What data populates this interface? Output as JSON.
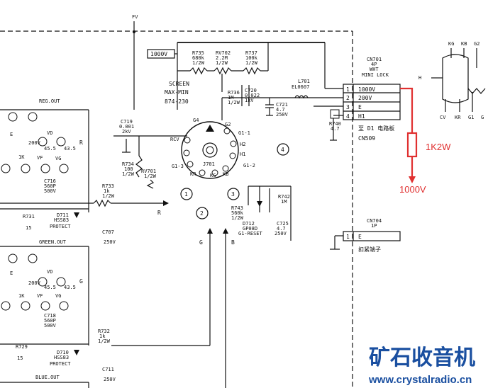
{
  "top_label": "FV",
  "flyback": {
    "voltage_box": "1000V"
  },
  "resistors_top": [
    {
      "ref": "R735",
      "value": "680k",
      "rating": "1/2W"
    },
    {
      "ref": "RV702",
      "value": "2.2M",
      "rating": "1/2W"
    },
    {
      "ref": "R737",
      "value": "100k",
      "rating": "1/2W"
    }
  ],
  "screen_label": [
    "SCREEN",
    "MAX-MIN",
    "874-230"
  ],
  "r736": {
    "ref": "R736",
    "value": "1M",
    "rating": "1/2W"
  },
  "c720": {
    "ref": "C720",
    "value": "0.022",
    "rating": "1kV"
  },
  "c721": {
    "ref": "C721",
    "value": "4.7",
    "rating": "250V"
  },
  "l701": {
    "ref": "L701",
    "value": "EL0607"
  },
  "connector_cn701": {
    "ref": "CN701",
    "pins_count": "4P",
    "color": "WHT",
    "type": "MINI LOCK",
    "pins": [
      {
        "num": "1",
        "label": "1000V"
      },
      {
        "num": "2",
        "label": "200V"
      },
      {
        "num": "3",
        "label": "E"
      },
      {
        "num": "4",
        "label": "H1"
      }
    ],
    "dest": "至 D1 电路板",
    "dest_conn": "CN509"
  },
  "crt": {
    "ref": "J701",
    "labels": [
      "G4",
      "G2",
      "G1-1",
      "G1-2",
      "RCV",
      "G1-3",
      "H2",
      "H1",
      "KB",
      "KG",
      "KR"
    ],
    "callouts": [
      "1",
      "2",
      "3",
      "4"
    ]
  },
  "c719": {
    "ref": "C719",
    "value": "0.001",
    "rating": "2kV"
  },
  "r734": {
    "ref": "R734",
    "value": "100",
    "rating": "1/2W"
  },
  "rv701": {
    "ref": "RV701",
    "value": "1/2W"
  },
  "r733": {
    "ref": "R733",
    "value": "1k",
    "rating": "1/2W"
  },
  "r740": {
    "ref": "R740",
    "value": "4.7"
  },
  "r742": {
    "ref": "R742",
    "value": "1M"
  },
  "r743": {
    "ref": "R743",
    "value": "560k",
    "rating": "1/2W"
  },
  "c725": {
    "ref": "C725",
    "value": "4.7",
    "rating": "250V"
  },
  "d712": {
    "ref": "D712",
    "value": "GP08D",
    "note": "G1-RESET"
  },
  "r732": {
    "ref": "R732",
    "value": "1k",
    "rating": "1/2W"
  },
  "rgb_labels": [
    "R",
    "G",
    "B"
  ],
  "channels": [
    {
      "title": "REG.OUT",
      "pins": [
        "E",
        "VF",
        "1K",
        "200V",
        "VD",
        "VG",
        "45.5",
        "43.5"
      ],
      "cap": "C716",
      "cap_val": "560P",
      "cap_rate": "500V",
      "diode": "D711",
      "diode_val": "HSS83",
      "diode_note": "PROTECT",
      "res": "R731",
      "res_val": "15",
      "c2": "C707",
      "c2_val": "250V"
    },
    {
      "title": "GREEN.OUT",
      "pins": [
        "E",
        "VF",
        "1K",
        "200V",
        "VD",
        "VG",
        "45.5",
        "43.5"
      ],
      "cap": "C718",
      "cap_val": "560P",
      "cap_rate": "500V",
      "diode": "D710",
      "diode_val": "HSS83",
      "diode_note": "PROTECT",
      "res": "R729",
      "res_val": "15",
      "c2": "C711",
      "c2_val": "250V"
    },
    {
      "title": "BLUE.OUT"
    }
  ],
  "cn704": {
    "ref": "CN704",
    "pins_count": "1P",
    "pin_num": "1",
    "pin_label": "E",
    "note": "扣紧端子"
  },
  "crt_socket": {
    "labels": [
      "KG",
      "KB",
      "G2",
      "H",
      "CV",
      "KR",
      "G1",
      "G"
    ]
  },
  "annotation": {
    "resistor": "1K2W",
    "voltage": "1000V"
  },
  "watermark": {
    "name": "矿石收音机",
    "url": "www.crystalradio.cn"
  },
  "colors": {
    "annotation": "#e03030",
    "watermark": "#1a4fa0",
    "ink": "#111111"
  }
}
